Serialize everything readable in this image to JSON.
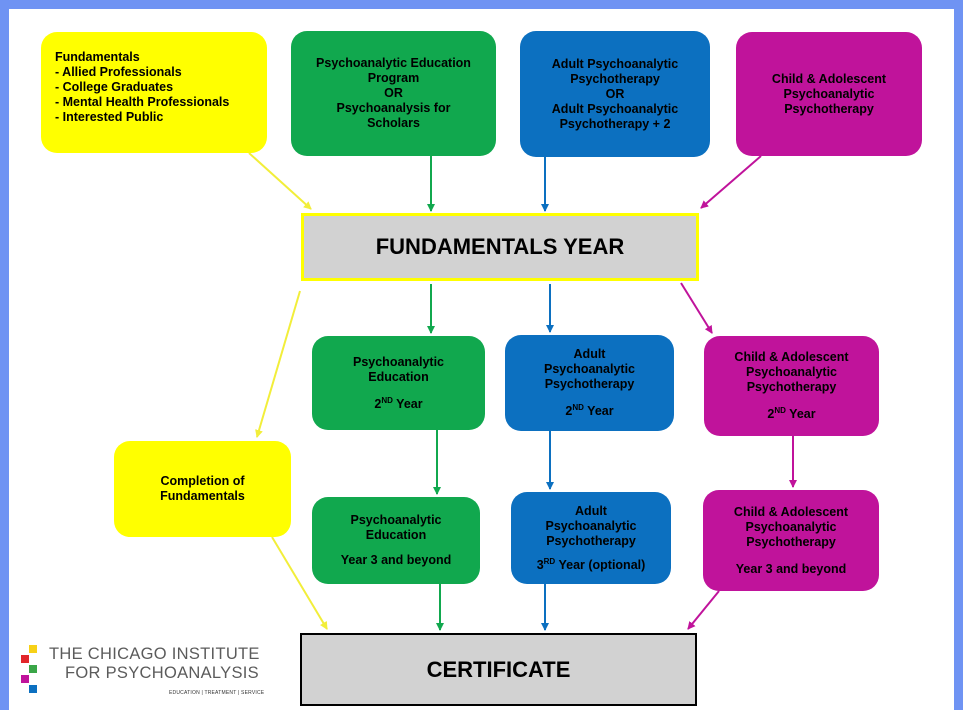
{
  "fundamentals_box": {
    "title": "Fundamentals",
    "items": [
      "- Allied Professionals",
      "- College Graduates",
      "- Mental Health Professionals",
      "- Interested Public"
    ]
  },
  "green_top": {
    "lines": [
      "Psychoanalytic Education",
      "Program",
      "OR",
      "Psychoanalysis for",
      "Scholars"
    ]
  },
  "blue_top": {
    "lines": [
      "Adult Psychoanalytic",
      "Psychotherapy",
      "OR",
      "Adult Psychoanalytic",
      "Psychotherapy + 2"
    ]
  },
  "magenta_top": {
    "lines": [
      "Child & Adolescent",
      "Psychoanalytic",
      "Psychotherapy"
    ]
  },
  "fundamentals_year": "FUNDAMENTALS YEAR",
  "green_mid": {
    "lines": [
      "Psychoanalytic",
      "Education"
    ],
    "year_num": "2",
    "year_sup": "ND",
    "year_rest": " Year"
  },
  "blue_mid": {
    "lines": [
      "Adult",
      "Psychoanalytic",
      "Psychotherapy"
    ],
    "year_num": "2",
    "year_sup": "ND",
    "year_rest": " Year"
  },
  "magenta_mid": {
    "lines": [
      "Child & Adolescent",
      "Psychoanalytic",
      "Psychotherapy"
    ],
    "year_num": "2",
    "year_sup": "ND",
    "year_rest": " Year"
  },
  "completion_box": {
    "lines": [
      "Completion of",
      "Fundamentals"
    ]
  },
  "green_low": {
    "lines": [
      "Psychoanalytic",
      "Education"
    ],
    "year": "Year 3 and beyond"
  },
  "blue_low": {
    "lines": [
      "Adult",
      "Psychoanalytic",
      "Psychotherapy"
    ],
    "year_num": "3",
    "year_sup": "RD",
    "year_rest": " Year (optional)"
  },
  "magenta_low": {
    "lines": [
      "Child & Adolescent",
      "Psychoanalytic",
      "Psychotherapy"
    ],
    "year": "Year 3 and beyond"
  },
  "certificate": "CERTIFICATE",
  "logo": {
    "line1": "THE CHICAGO INSTITUTE",
    "line2": "FOR PSYCHOANALYSIS",
    "tagline": "EDUCATION | TREATMENT | SERVICE",
    "square_colors": [
      "#f7d117",
      "#e2262b",
      "#3aa648",
      "#c0139b",
      "#0c70c0"
    ]
  },
  "colors": {
    "yellow": "#ffff00",
    "green": "#11a84e",
    "blue": "#0c70c0",
    "magenta": "#c0139b",
    "bar_fill": "#d2d2d2",
    "background": "#6f93f3"
  }
}
